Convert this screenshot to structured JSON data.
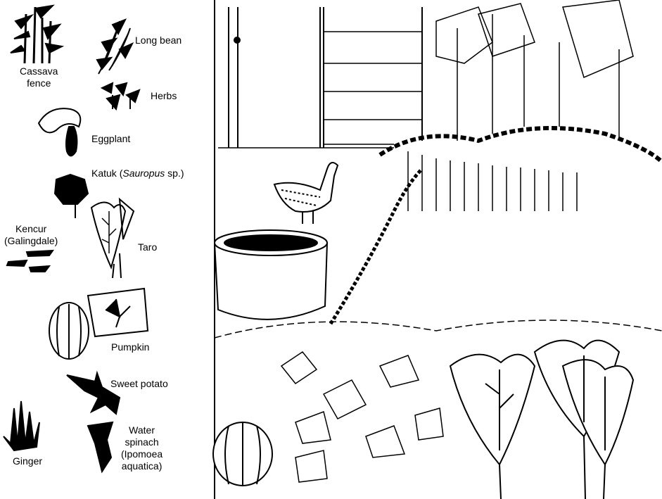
{
  "legend": {
    "cassava": [
      "Cassava",
      "fence"
    ],
    "long_bean": "Long bean",
    "herbs": "Herbs",
    "eggplant": "Eggplant",
    "katuk_prefix": "Katuk (",
    "katuk_italic": "Sauropus",
    "katuk_suffix": " sp.)",
    "kencur": [
      "Kencur",
      "(Galingdale)"
    ],
    "taro": "Taro",
    "pumpkin": "Pumpkin",
    "sweet_potato": "Sweet potato",
    "water_spinach": [
      "Water",
      "spinach",
      "(Ipomoea",
      "aquatica)"
    ],
    "ginger": "Ginger"
  },
  "colors": {
    "ink": "#000000",
    "paper": "#ffffff"
  }
}
